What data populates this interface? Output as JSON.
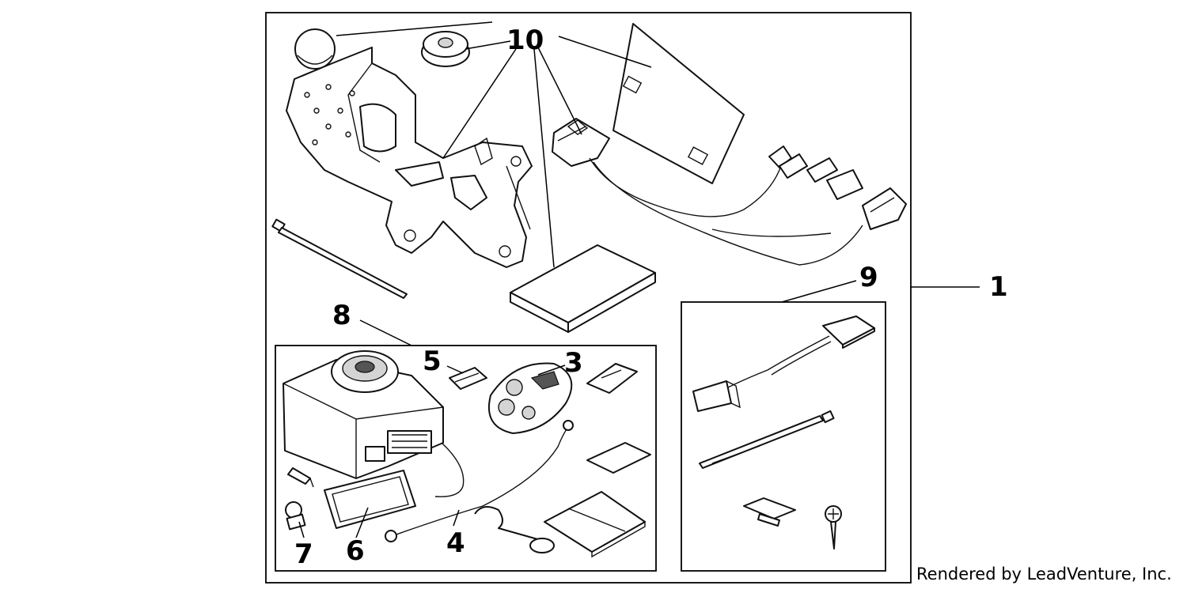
{
  "callouts": {
    "kit": "1",
    "remote": "3",
    "harness_sub": "4",
    "clip": "5",
    "pad": "6",
    "grommet": "7",
    "unit_set": "8",
    "harness_set": "9",
    "bracket_set": "10"
  },
  "credit": "Rendered by LeadVenture, Inc.",
  "icons": {
    "bracket": "mounting-bracket-icon",
    "harness": "wire-harness-icon",
    "alarm": "alarm-unit-icon",
    "remote": "key-fob-icon",
    "screw": "screw-icon",
    "zip_tie": "zip-tie-icon"
  }
}
